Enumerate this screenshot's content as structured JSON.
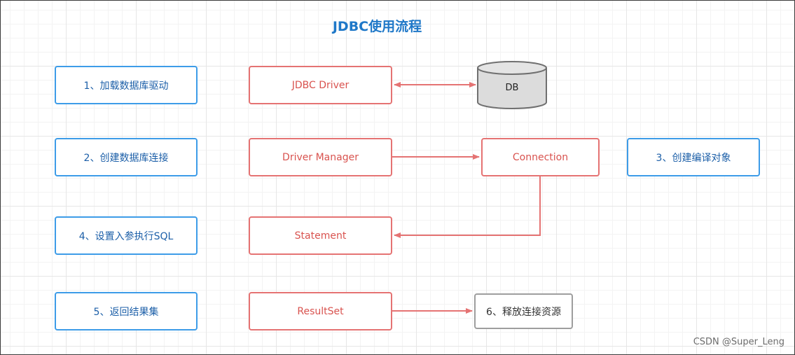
{
  "diagram": {
    "title": "JDBC使用流程",
    "steps": [
      {
        "label": "1、加载数据库驱动"
      },
      {
        "label": "2、创建数据库连接"
      },
      {
        "label": "3、创建编译对象"
      },
      {
        "label": "4、设置入参执行SQL"
      },
      {
        "label": "5、返回结果集"
      },
      {
        "label": "6、释放连接资源"
      }
    ],
    "components": {
      "jdbc_driver": "JDBC Driver",
      "driver_manager": "Driver Manager",
      "connection": "Connection",
      "statement": "Statement",
      "result_set": "ResultSet",
      "db": "DB"
    },
    "colors": {
      "title": "#1f78c8",
      "step_border": "#3d9ce8",
      "component_border": "#e57373",
      "component_text": "#d9534f",
      "release_border": "#9e9e9e",
      "db_fill": "#dcdcdc",
      "db_stroke": "#707070"
    }
  },
  "watermark": "CSDN @Super_Leng"
}
